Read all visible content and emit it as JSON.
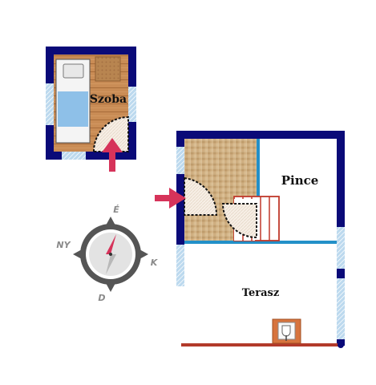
{
  "rooms": {
    "szoba": "Szoba",
    "pince": "Pince",
    "terasz": "Terasz"
  },
  "compass": {
    "north": "É",
    "east": "K",
    "south": "D",
    "west": "NY"
  },
  "colors": {
    "wall": "#0a0a78",
    "window": "#a9cde6",
    "arrow": "#d6335a",
    "partition": "#2390c8",
    "railing": "#b23a2a",
    "stair": "#c0392b",
    "wood_floor": "#c98c55",
    "tile_floor": "#c8a676",
    "bed_blanket": "#8ec0e8",
    "furnace": "#d7743e"
  },
  "icons": {
    "entry_arrow": "arrow-right-icon",
    "entry_arrow_up": "arrow-up-icon",
    "compass": "compass-icon",
    "bed": "bed-icon",
    "furnace": "furnace-icon"
  }
}
